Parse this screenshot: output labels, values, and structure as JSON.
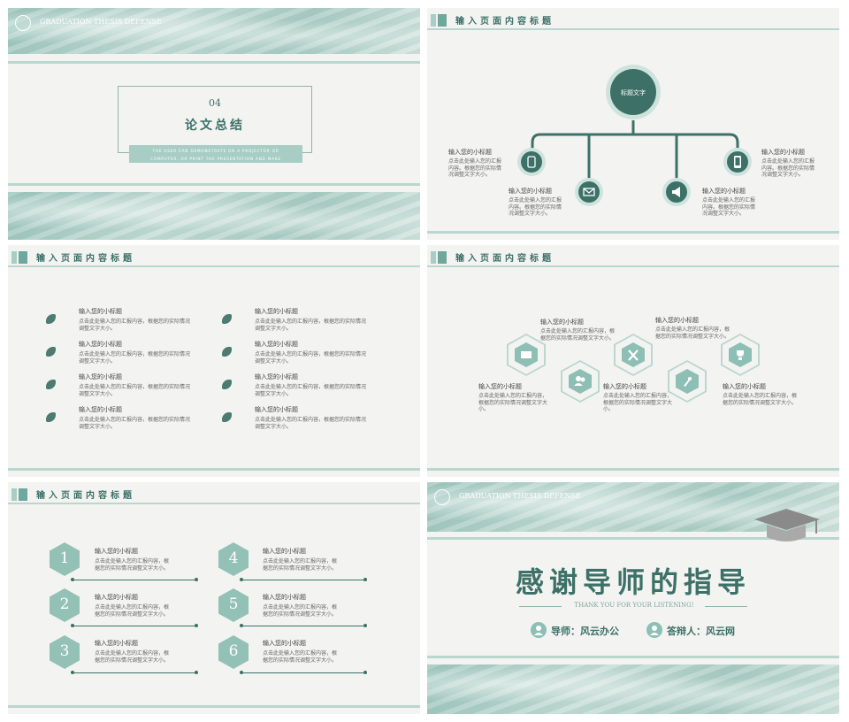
{
  "slide1": {
    "brand": "GRADUATION THESIS DEFENSE",
    "section_number": "04",
    "section_title": "论文总结",
    "caption_line1": "THE USER CAN DEMONSTRATE ON A PROJECTOR OR",
    "caption_line2": "COMPUTER, OR PRINT THE PRESENTATION AND MAKE"
  },
  "slide2": {
    "header": "输入页面内容标题",
    "center_label": "标题文字",
    "items": [
      {
        "title": "输入您的小标题",
        "text": "点击此处输入您的汇报内容。根据您的实际情况调整文字大小。",
        "icon": "phone-icon"
      },
      {
        "title": "输入您的小标题",
        "text": "点击此处输入您的汇报内容。根据您的实际情况调整文字大小。",
        "icon": "mail-icon"
      },
      {
        "title": "输入您的小标题",
        "text": "点击此处输入您的汇报内容。根据您的实际情况调整文字大小。",
        "icon": "megaphone-icon"
      },
      {
        "title": "输入您的小标题",
        "text": "点击此处输入您的汇报内容。根据您的实际情况调整文字大小。",
        "icon": "mobile-icon"
      }
    ]
  },
  "slide3": {
    "header": "输入页面内容标题",
    "items": [
      {
        "title": "输入您的小标题",
        "text1": "点击此处输入您的汇报内容，根据您的实际情况",
        "text2": "调整文字大小。"
      },
      {
        "title": "输入您的小标题",
        "text1": "点击此处输入您的汇报内容，根据您的实际情况",
        "text2": "调整文字大小。"
      },
      {
        "title": "输入您的小标题",
        "text1": "点击此处输入您的汇报内容，根据您的实际情况",
        "text2": "调整文字大小。"
      },
      {
        "title": "输入您的小标题",
        "text1": "点击此处输入您的汇报内容，根据您的实际情况",
        "text2": "调整文字大小。"
      },
      {
        "title": "输入您的小标题",
        "text1": "点击此处输入您的汇报内容，根据您的实际情况",
        "text2": "调整文字大小。"
      },
      {
        "title": "输入您的小标题",
        "text1": "点击此处输入您的汇报内容，根据您的实际情况",
        "text2": "调整文字大小。"
      },
      {
        "title": "输入您的小标题",
        "text1": "点击此处输入您的汇报内容，根据您的实际情况",
        "text2": "调整文字大小。"
      },
      {
        "title": "输入您的小标题",
        "text1": "点击此处输入您的汇报内容，根据您的实际情况",
        "text2": "调整文字大小。"
      }
    ]
  },
  "slide4": {
    "header": "输入页面内容标题",
    "items": [
      {
        "title": "输入您的小标题",
        "text": "点击此处输入您的汇报内容，根据您的实际情况调整文字大小。"
      },
      {
        "title": "输入您的小标题",
        "text": "点击此处输入您的汇报内容，根据您的实际情况调整文字大小。"
      },
      {
        "title": "输入您的小标题",
        "text": "点击此处输入您的汇报内容，根据您的实际情况调整文字大小。"
      },
      {
        "title": "输入您的小标题",
        "text": "点击此处输入您的汇报内容，根据您的实际情况调整文字大小。"
      },
      {
        "title": "输入您的小标题",
        "text": "点击此处输入您的汇报内容，根据您的实际情况调整文字大小。"
      }
    ],
    "icons": [
      "mail-icon",
      "users-icon",
      "tools-icon",
      "rocket-icon",
      "trophy-icon"
    ]
  },
  "slide5": {
    "header": "输入页面内容标题",
    "items": [
      {
        "num": "1",
        "title": "输入您的小标题",
        "text1": "点击此处输入您的汇报内容，根",
        "text2": "据您的实际情况调整文字大小。"
      },
      {
        "num": "2",
        "title": "输入您的小标题",
        "text1": "点击此处输入您的汇报内容，根",
        "text2": "据您的实际情况调整文字大小。"
      },
      {
        "num": "3",
        "title": "输入您的小标题",
        "text1": "点击此处输入您的汇报内容，根",
        "text2": "据您的实际情况调整文字大小。"
      },
      {
        "num": "4",
        "title": "输入您的小标题",
        "text1": "点击此处输入您的汇报内容，根",
        "text2": "据您的实际情况调整文字大小。"
      },
      {
        "num": "5",
        "title": "输入您的小标题",
        "text1": "点击此处输入您的汇报内容，根",
        "text2": "据您的实际情况调整文字大小。"
      },
      {
        "num": "6",
        "title": "输入您的小标题",
        "text1": "点击此处输入您的汇报内容，根",
        "text2": "据您的实际情况调整文字大小。"
      }
    ]
  },
  "slide6": {
    "brand": "GRADUATION THESIS DEFENSE",
    "title": "感谢导师的指导",
    "subtitle": "THANK YOU FOR YOUR LISTENING!",
    "mentor": "导师：风云办公",
    "defender": "答辩人：风云网"
  },
  "colors": {
    "accent": "#3d7167",
    "accent_light": "#6ea79b",
    "mint": "#a7cdc4",
    "bg": "#f3f3f2"
  }
}
